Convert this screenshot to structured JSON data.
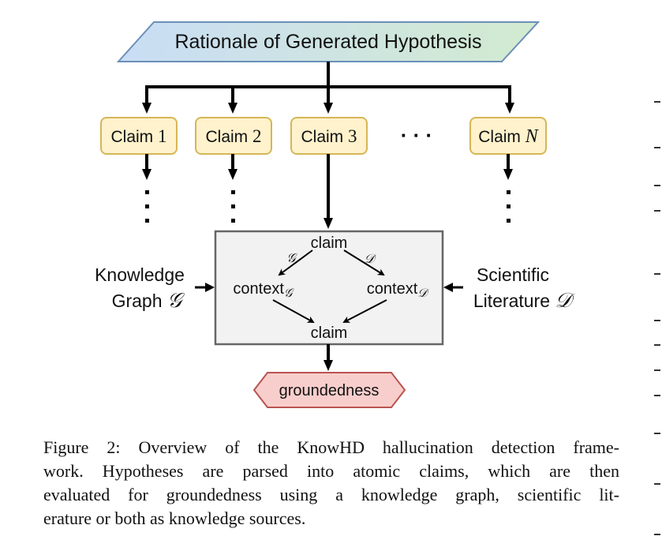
{
  "header": {
    "label": "Rationale of Generated Hypothesis"
  },
  "claims": [
    {
      "text": "Claim ",
      "num": "1"
    },
    {
      "text": "Claim ",
      "num": "2"
    },
    {
      "text": "Claim ",
      "num": "3"
    },
    {
      "text": "Claim ",
      "num": "N"
    }
  ],
  "ellipsis": "· · ·",
  "evaluator": {
    "claim_top": "claim",
    "claim_bottom": "claim",
    "context_left": "context",
    "context_left_sub": "𝒢",
    "context_right": "context",
    "context_right_sub": "𝒟",
    "edge_left": "𝒢",
    "edge_right": "𝒟"
  },
  "sources": {
    "left_line1": "Knowledge",
    "left_line2": "Graph ",
    "left_symbol": "𝒢",
    "right_line1": "Scientific",
    "right_line2": "Literature ",
    "right_symbol": "𝒟"
  },
  "output": {
    "label": "groundedness"
  },
  "caption": {
    "lines": [
      "Figure 2: Overview of the KnowHD hallucination detection frame-",
      "work.  Hypotheses are parsed into atomic claims, which are then",
      "evaluated for groundedness using a knowledge graph, scientific lit-",
      "erature or both as knowledge sources."
    ]
  },
  "colors": {
    "header_fill_left": "#c9ddf5",
    "header_fill_right": "#d2ebcf",
    "header_stroke": "#6b8fb8",
    "claim_fill": "#fff2cc",
    "claim_stroke": "#d6b656",
    "box_fill": "#f2f2f2",
    "box_stroke": "#666666",
    "output_fill": "#f8cecc",
    "output_stroke": "#b85450"
  }
}
